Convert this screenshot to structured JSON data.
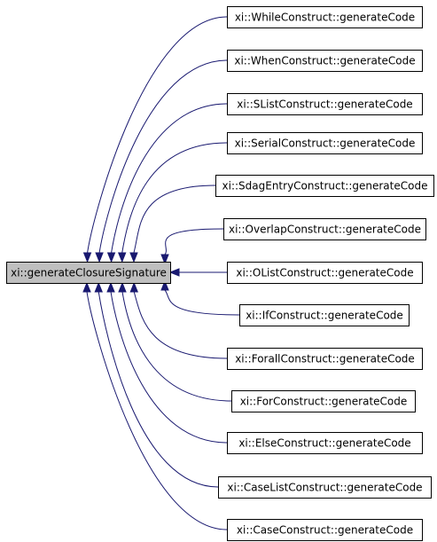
{
  "graph": {
    "root": {
      "id": "root",
      "label": "xi::generateClosureSignature",
      "fill": "#bfbfbf"
    },
    "callers": [
      {
        "id": "while",
        "label": "xi::WhileConstruct::generateCode"
      },
      {
        "id": "when",
        "label": "xi::WhenConstruct::generateCode"
      },
      {
        "id": "slist",
        "label": "xi::SListConstruct::generateCode"
      },
      {
        "id": "serial",
        "label": "xi::SerialConstruct::generateCode"
      },
      {
        "id": "sdagentry",
        "label": "xi::SdagEntryConstruct::generateCode"
      },
      {
        "id": "overlap",
        "label": "xi::OverlapConstruct::generateCode"
      },
      {
        "id": "olist",
        "label": "xi::OListConstruct::generateCode"
      },
      {
        "id": "if",
        "label": "xi::IfConstruct::generateCode"
      },
      {
        "id": "forall",
        "label": "xi::ForallConstruct::generateCode"
      },
      {
        "id": "for",
        "label": "xi::ForConstruct::generateCode"
      },
      {
        "id": "else",
        "label": "xi::ElseConstruct::generateCode"
      },
      {
        "id": "caselist",
        "label": "xi::CaseListConstruct::generateCode"
      },
      {
        "id": "case",
        "label": "xi::CaseConstruct::generateCode"
      }
    ],
    "edge_color": "#191970",
    "edge_direction": "caller-to-root"
  }
}
